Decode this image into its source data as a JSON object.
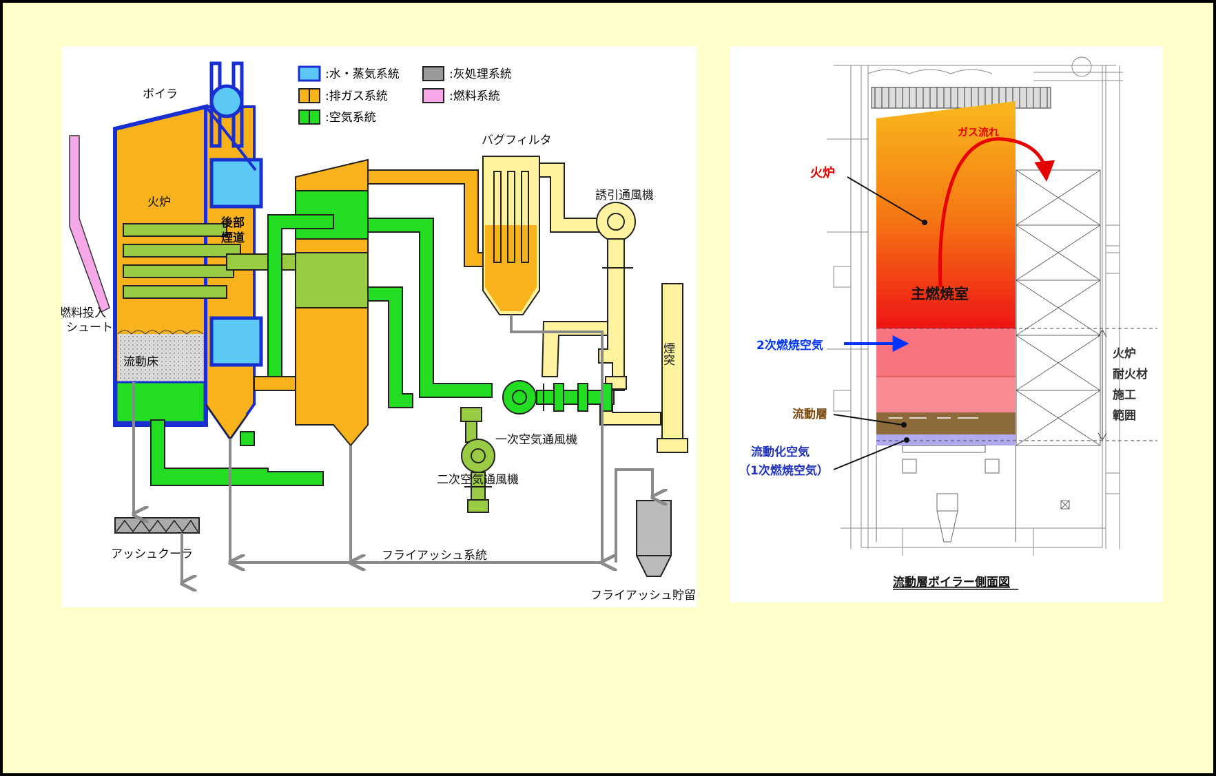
{
  "left": {
    "legend": [
      {
        "label": ":水・蒸気系統",
        "color": "#5bc8f5",
        "type": "full"
      },
      {
        "label": ":排ガス系統",
        "color": "#f7b21c",
        "type": "split"
      },
      {
        "label": ":空気系統",
        "color": "#22c322",
        "type": "split"
      },
      {
        "label": ":灰処理系統",
        "color": "#9a9a9a",
        "type": "full"
      },
      {
        "label": ":燃料系統",
        "color": "#f7a8e8",
        "type": "full"
      }
    ],
    "labels": {
      "boiler": "ボイラ",
      "furnace": "火炉",
      "rear_flue_1": "後部",
      "rear_flue_2": "煙道",
      "fuel_chute_1": "燃料投入",
      "fuel_chute_2": "シュート",
      "fluid_bed": "流動床",
      "bag_filter": "バグフィルタ",
      "induced_fan": "誘引通風機",
      "stack": "煙突",
      "primary_fan": "一次空気通風機",
      "secondary_fan": "二次空気通風機",
      "ash_cooler": "アッシュクーラ",
      "fly_ash_system": "フライアッシュ系統",
      "fly_ash_tank": "フライアッシュ貯留槽"
    }
  },
  "right": {
    "labels": {
      "gas_flow": "ガス流れ",
      "furnace": "火炉",
      "main_chamber": "主燃焼室",
      "secondary_air": "2次燃焼空気",
      "fluid_layer": "流動層",
      "fluidizing_air_1": "流動化空気",
      "fluidizing_air_2": "（1次燃焼空気）",
      "refractory_1": "火炉",
      "refractory_2": "耐火材",
      "refractory_3": "施工",
      "refractory_4": "範囲",
      "caption": "流動層ボイラー側面図"
    }
  }
}
